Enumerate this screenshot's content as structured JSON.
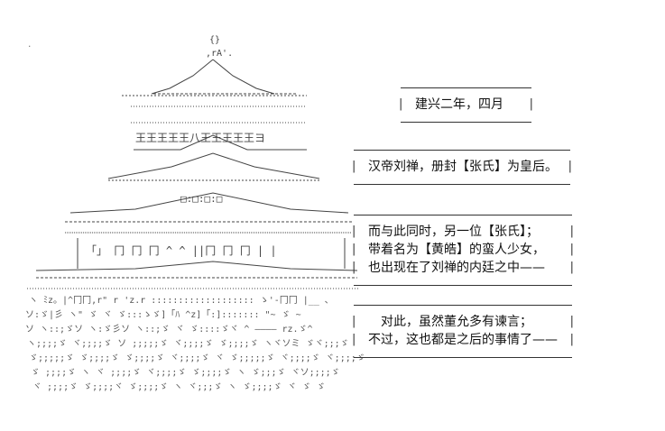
{
  "captions": [
    {
      "lines": [
        "建兴二年，四月"
      ]
    },
    {
      "lines": [
        "汉帝刘禅，册封【张氏】为皇后。"
      ]
    },
    {
      "lines": [
        "而与此同时，另一位【张氏】；",
        "带着名为【黄皓】的蛮人少女，",
        "也出现在了刘禅的内廷之中——"
      ]
    },
    {
      "lines": [
        "对此，虽然董允多有谏言；",
        "不过，这也都是之后的事情了——"
      ]
    }
  ]
}
